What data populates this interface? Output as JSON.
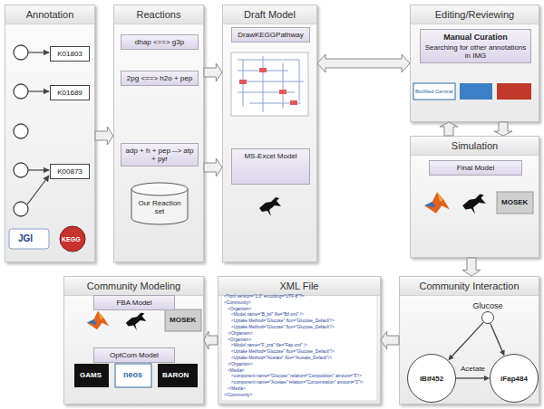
{
  "diagram": {
    "nodes": [
      {
        "text": [
          "Annotation"
        ]
      },
      {
        "text": [
          "K01803"
        ],
        "in": 0
      },
      {
        "text": [
          "K01689"
        ],
        "in": 0
      },
      {
        "text": [
          "K00873"
        ],
        "in": 0
      },
      {
        "text": [
          "Reactions"
        ]
      },
      {
        "text": [
          "dhap <==> g3p"
        ],
        "in": 4
      },
      {
        "text": [
          "2pg <==> h2o + pep"
        ],
        "in": 4
      },
      {
        "text": [
          "adp + h + pep --> atp + pyr"
        ],
        "in": 4
      },
      {
        "text": [
          "Our Reaction set"
        ],
        "in": 4
      },
      {
        "text": [
          "Draft Model"
        ]
      },
      {
        "text": [
          "DrawKEGGPathway"
        ],
        "in": 9
      },
      {
        "text": [
          "MS-Excel Model"
        ],
        "in": 9
      },
      {
        "text": [
          "Editing/Reviewing"
        ]
      },
      {
        "text": [
          "Manual Curation",
          "Searching for other annotations in IMG"
        ],
        "in": 12
      },
      {
        "text": [
          "Simulation"
        ]
      },
      {
        "text": [
          "Final Model"
        ],
        "in": 14
      },
      {
        "text": [
          "Community Modeling"
        ]
      },
      {
        "text": [
          "FBA Model"
        ],
        "in": 16
      },
      {
        "text": [
          "OptCom Model"
        ],
        "in": 16
      },
      {
        "text": [
          "XML File"
        ]
      },
      {
        "text": [
          "Community Interaction"
        ]
      },
      {
        "text": [
          "Glucose"
        ],
        "in": 20
      },
      {
        "text": [
          "iBif452"
        ],
        "in": 20
      },
      {
        "text": [
          "iFap484"
        ],
        "in": 20
      }
    ],
    "edges": [
      {
        "from": 0,
        "to": 4,
        "arrow": "to"
      },
      {
        "from": 4,
        "to": 9,
        "arrow": "to"
      },
      {
        "from": 4,
        "to": 9,
        "arrow": "to"
      },
      {
        "from": 9,
        "to": 12,
        "arrow": "both"
      },
      {
        "from": 12,
        "to": 14,
        "arrow": "to"
      },
      {
        "from": 14,
        "to": 12,
        "arrow": "to"
      },
      {
        "from": 14,
        "to": 20,
        "arrow": "to"
      },
      {
        "from": 20,
        "to": 19,
        "arrow": "to"
      },
      {
        "from": 19,
        "to": 16,
        "arrow": "to"
      },
      {
        "from": 21,
        "to": 22,
        "arrow": "to"
      },
      {
        "from": 21,
        "to": 23,
        "arrow": "to"
      },
      {
        "from": 22,
        "to": 23,
        "arrow": "to",
        "label": "Acetate"
      }
    ],
    "labels": [
      "<?xml version=\"1.0\" encoding=\"UTF-8\"?>",
      "<Community>",
      "<Organism>",
      "<Model name=\"B_bif\" file=\"Bif.xml\" />",
      "<Uptake Method=\"Glucose\" flux=\"Glucose_Default\"/>",
      "<Uptake Method=\"Glucose\" flux=\"Glucose_Default\"/>",
      "</Organism>",
      "<Organism>",
      "<Model name=\"F_pra\" file=\"Fap.xml\" />",
      "<Uptake Method=\"Glucose\" flux=\"Glucose_Default\"/>",
      "<Uptake Method=\"Acetate\" flux=\"Acetate_Default\"/>",
      "</Organism>",
      "<Media>",
      "<component name=\"Glucose\" relation=\"Composition\" amount=\"5\"/>",
      "<component name=\"Acetate\" relation=\"Concentration\" amount=\"0\"/>",
      "</Media>",
      "</Community>",
      "JGI",
      "KEGG",
      "BioMed Central",
      "MOSEK",
      "MOSEK",
      "GAMS",
      "neos",
      "BARON"
    ]
  }
}
